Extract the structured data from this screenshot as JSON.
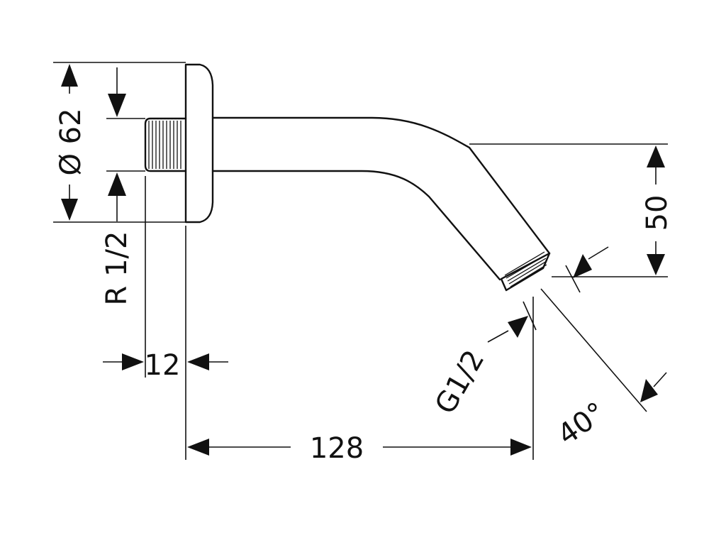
{
  "drawing": {
    "dimensions": {
      "diameter": "Ø 62",
      "inlet_thread": "R 1/2",
      "inlet_length": "12",
      "length": "128",
      "drop": "50",
      "outlet_thread": "G1/2",
      "angle": "40°"
    }
  }
}
